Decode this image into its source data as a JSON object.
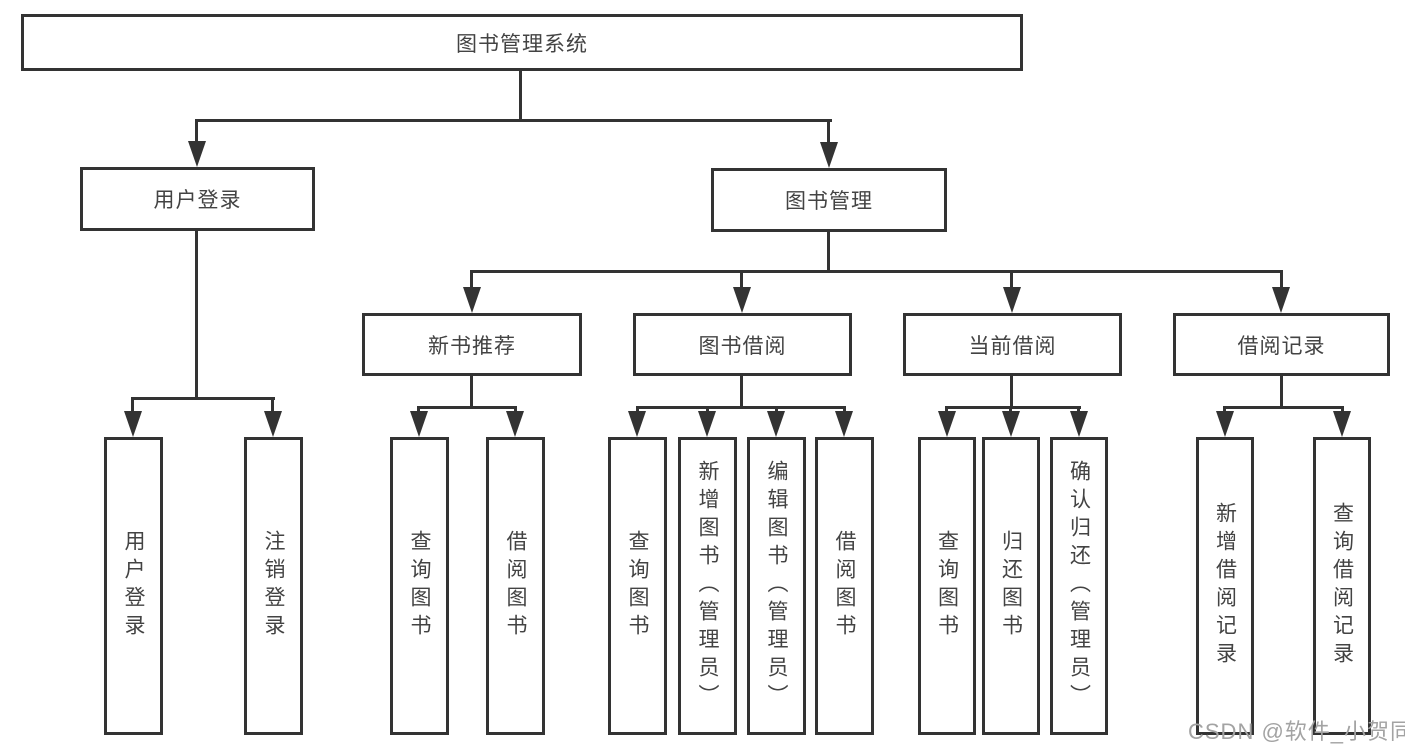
{
  "diagram": {
    "root": "图书管理系统",
    "branches": [
      {
        "label": "用户登录",
        "children": [
          "用户登录",
          "注销登录"
        ]
      },
      {
        "label": "图书管理",
        "children": [
          {
            "label": "新书推荐",
            "children": [
              "查询图书",
              "借阅图书"
            ]
          },
          {
            "label": "图书借阅",
            "children": [
              "查询图书",
              "新增图书（管理员）",
              "编辑图书（管理员）",
              "借阅图书"
            ]
          },
          {
            "label": "当前借阅",
            "children": [
              "查询图书",
              "归还图书",
              "确认归还（管理员）"
            ]
          },
          {
            "label": "借阅记录",
            "children": [
              "新增借阅记录",
              "查询借阅记录"
            ]
          }
        ]
      }
    ]
  },
  "watermark": {
    "text": "CSDN @软件_小贺同学"
  },
  "colors": {
    "line": "#333333",
    "text": "#434343",
    "watermark": "#a3a3a3",
    "background": "#ffffff"
  }
}
